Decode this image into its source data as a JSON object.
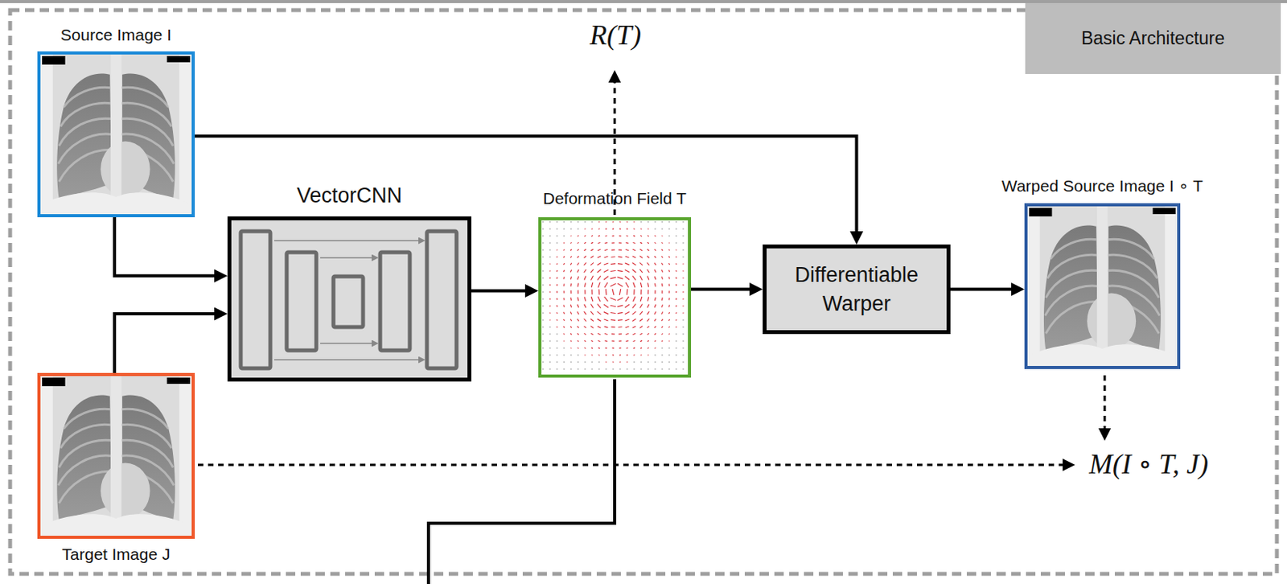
{
  "diagram": {
    "nodes": [
      {
        "text": [
          "Source Image I"
        ]
      },
      {
        "text": [
          "VectorCNN"
        ]
      },
      {
        "text": [
          "Deformation Field T"
        ]
      },
      {
        "text": [
          "Differentiable Warper"
        ]
      },
      {
        "text": [
          "Warped Source Image I ∘ T"
        ]
      },
      {
        "text": [
          "Target Image J"
        ]
      },
      {
        "text": [
          "Basic Architecture"
        ]
      }
    ],
    "edges": [
      {
        "from": 0,
        "to": 1,
        "arrow": "to"
      },
      {
        "from": 5,
        "to": 1,
        "arrow": "to"
      },
      {
        "from": 1,
        "to": 2,
        "arrow": "to"
      },
      {
        "from": 2,
        "to": 3,
        "arrow": "to"
      },
      {
        "from": 0,
        "to": 3,
        "arrow": "to"
      },
      {
        "from": 3,
        "to": 4,
        "arrow": "to"
      }
    ],
    "labels": [
      "R(T)",
      "M(I ∘ T, J)"
    ]
  }
}
